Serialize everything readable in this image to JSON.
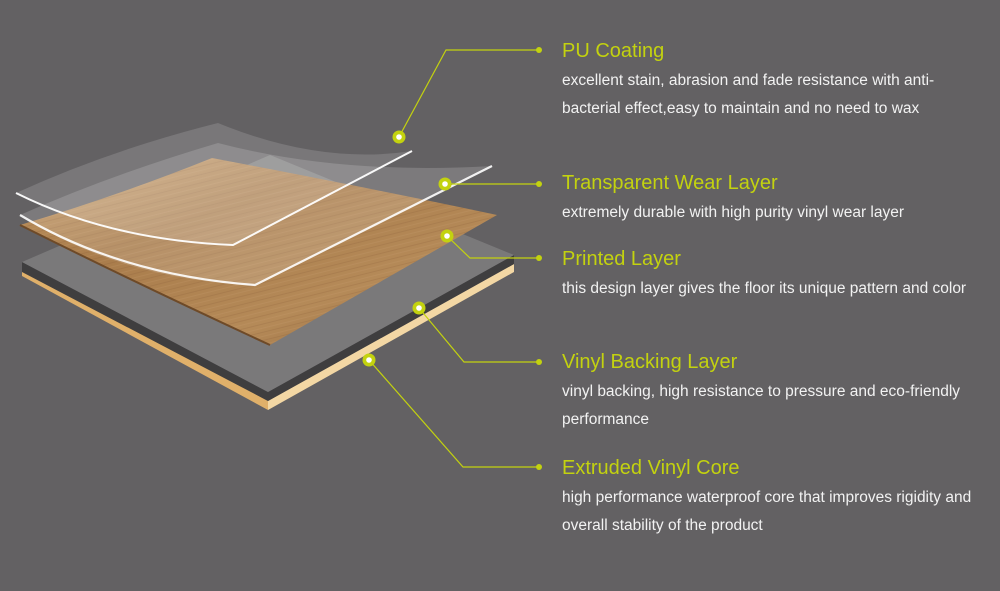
{
  "diagram": {
    "colors": {
      "background": "#636163",
      "accent": "#c3d20f",
      "text": "#f2f2f2"
    },
    "layers": [
      {
        "title": "PU Coating",
        "description": "excellent stain, abrasion and fade resistance with anti-bacterial effect,easy to maintain and no need to wax"
      },
      {
        "title": "Transparent Wear Layer",
        "description": "extremely durable with high purity vinyl wear layer"
      },
      {
        "title": "Printed Layer",
        "description": "this design layer gives the floor its unique pattern and color"
      },
      {
        "title": "Vinyl Backing Layer",
        "description": "vinyl backing, high resistance to pressure and eco-friendly performance"
      },
      {
        "title": "Extruded Vinyl Core",
        "description": "high performance waterproof core that improves rigidity and overall stability of the product"
      }
    ]
  }
}
